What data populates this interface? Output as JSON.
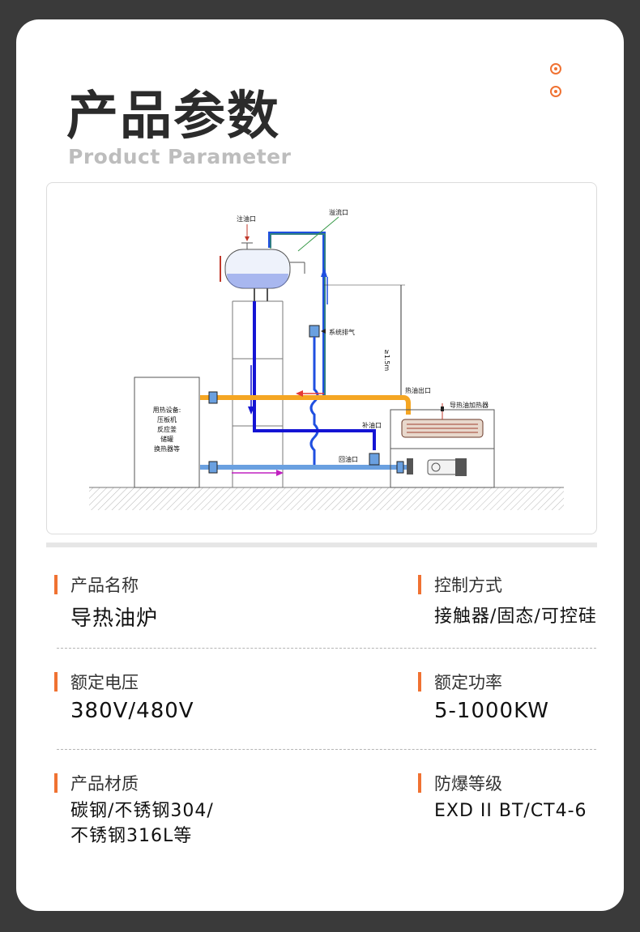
{
  "header": {
    "title": "产品参数",
    "subtitle": "Product  Parameter"
  },
  "diagram": {
    "labels": {
      "oil_inlet": "注油口",
      "overflow": "溢流口",
      "exhaust": "系统排气",
      "height": "≥1.5m",
      "hot_oil_outlet": "热油出口",
      "heater": "导热油加热器",
      "makeup_oil": "补油口",
      "return_oil": "回油口",
      "equip_title": "用热设备:",
      "equip_1": "压板机",
      "equip_2": "反应釜",
      "equip_3": "储罐",
      "equip_4": "换热器等"
    }
  },
  "params": [
    {
      "label": "产品名称",
      "value": "导热油炉"
    },
    {
      "label": "控制方式",
      "value": "接触器/固态/可控硅"
    },
    {
      "label": "额定电压",
      "value": "380V/480V"
    },
    {
      "label": "额定功率",
      "value": "5-1000KW"
    },
    {
      "label": "产品材质",
      "value": "碳钢/不锈钢304/\n不锈钢316L等"
    },
    {
      "label": "防爆等级",
      "value": "EXD II BT/CT4-6"
    }
  ],
  "colors": {
    "accent": "#f07232",
    "hot_pipe": "#f5a623",
    "cold_pipe": "#1414d4",
    "return_pipe": "#6aa0e0"
  }
}
